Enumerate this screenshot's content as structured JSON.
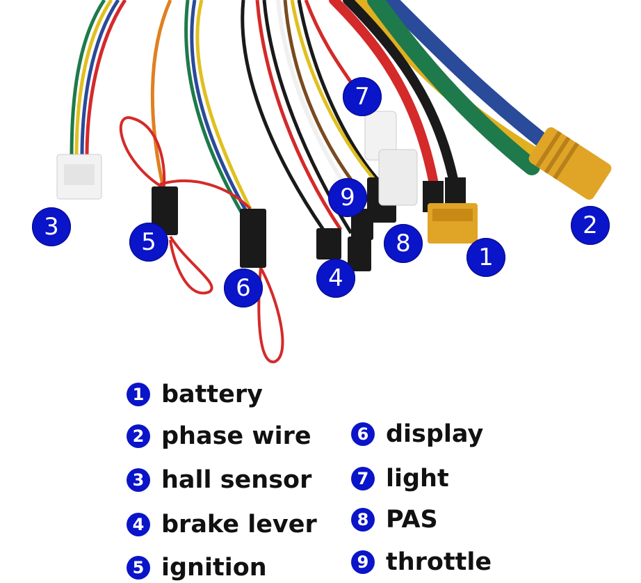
{
  "callouts": [
    {
      "num": "1"
    },
    {
      "num": "2"
    },
    {
      "num": "3"
    },
    {
      "num": "4"
    },
    {
      "num": "5"
    },
    {
      "num": "6"
    },
    {
      "num": "7"
    },
    {
      "num": "8"
    },
    {
      "num": "9"
    }
  ],
  "legend": [
    {
      "num": "1",
      "label": "battery"
    },
    {
      "num": "2",
      "label": "phase wire"
    },
    {
      "num": "3",
      "label": "hall sensor"
    },
    {
      "num": "4",
      "label": "brake lever"
    },
    {
      "num": "5",
      "label": "ignition"
    },
    {
      "num": "6",
      "label": "display"
    },
    {
      "num": "7",
      "label": "light"
    },
    {
      "num": "8",
      "label": "PAS"
    },
    {
      "num": "9",
      "label": "throttle"
    }
  ],
  "colors": {
    "badge": "#0a14c8",
    "connector_yellow": "#e0a526",
    "connector_black": "#1a1a1a",
    "connector_white": "#f2f2f2",
    "wire_red": "#d42a2a",
    "wire_green": "#1e7a4a",
    "wire_blue": "#2a4a9a"
  }
}
